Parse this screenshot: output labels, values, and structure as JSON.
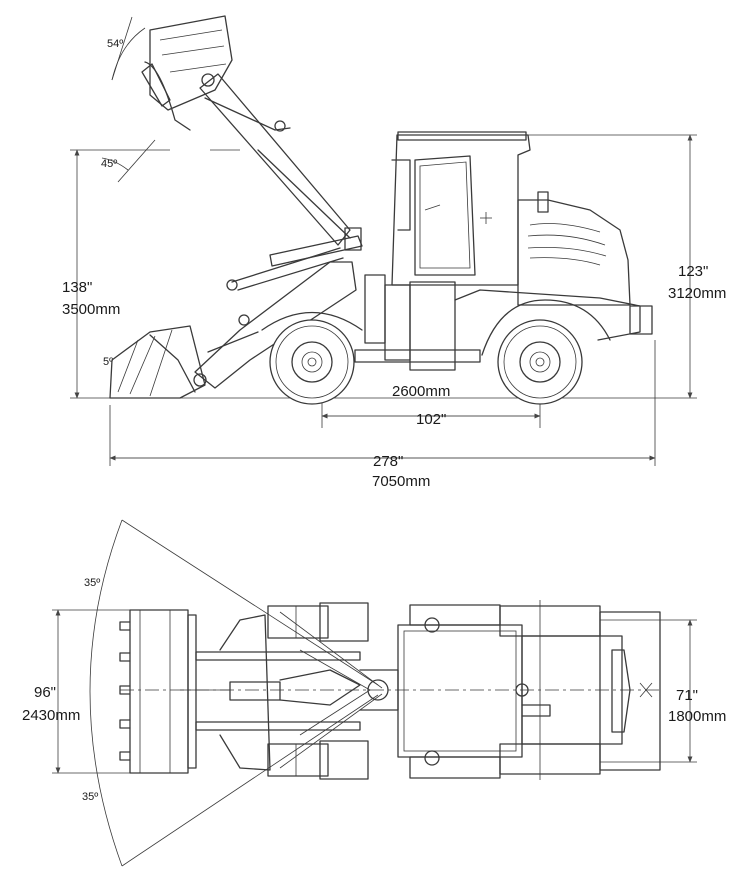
{
  "side_view": {
    "lift_height_in": "138\"",
    "lift_height_mm": "3500mm",
    "overall_height_in": "123\"",
    "overall_height_mm": "3120mm",
    "wheelbase_mm": "2600mm",
    "wheelbase_in": "102\"",
    "overall_length_in": "278\"",
    "overall_length_mm": "7050mm",
    "rollback_angle": "54º",
    "dump_angle": "45º",
    "ground_angle": "5º"
  },
  "top_view": {
    "bucket_width_in": "96\"",
    "bucket_width_mm": "2430mm",
    "track_width_in": "71\"",
    "track_width_mm": "1800mm",
    "steer_angle_top": "35º",
    "steer_angle_bottom": "35º"
  }
}
